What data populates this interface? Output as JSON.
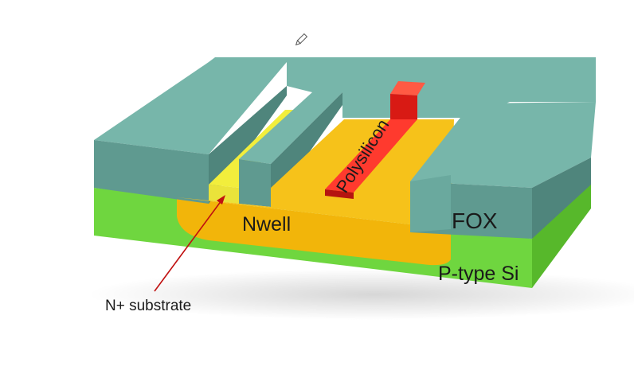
{
  "labels": {
    "nwell": "Nwell",
    "fox": "FOX",
    "substrate": "P-type Si",
    "polysilicon": "Polysilicon",
    "n_plus": "N+ substrate"
  },
  "icons": {
    "cursor": "pencil-cursor-icon"
  },
  "colors": {
    "fox_top": "#77b6aa",
    "fox_front": "#5f9a90",
    "fox_side": "#4f857c",
    "psi_front": "#6fd63f",
    "psi_side": "#57b82b",
    "nwell": "#f2b50a",
    "nplus": "#f2ee3c",
    "poly": "#e41c1c",
    "arrow": "#c01010",
    "text": "#1a1a1a"
  }
}
